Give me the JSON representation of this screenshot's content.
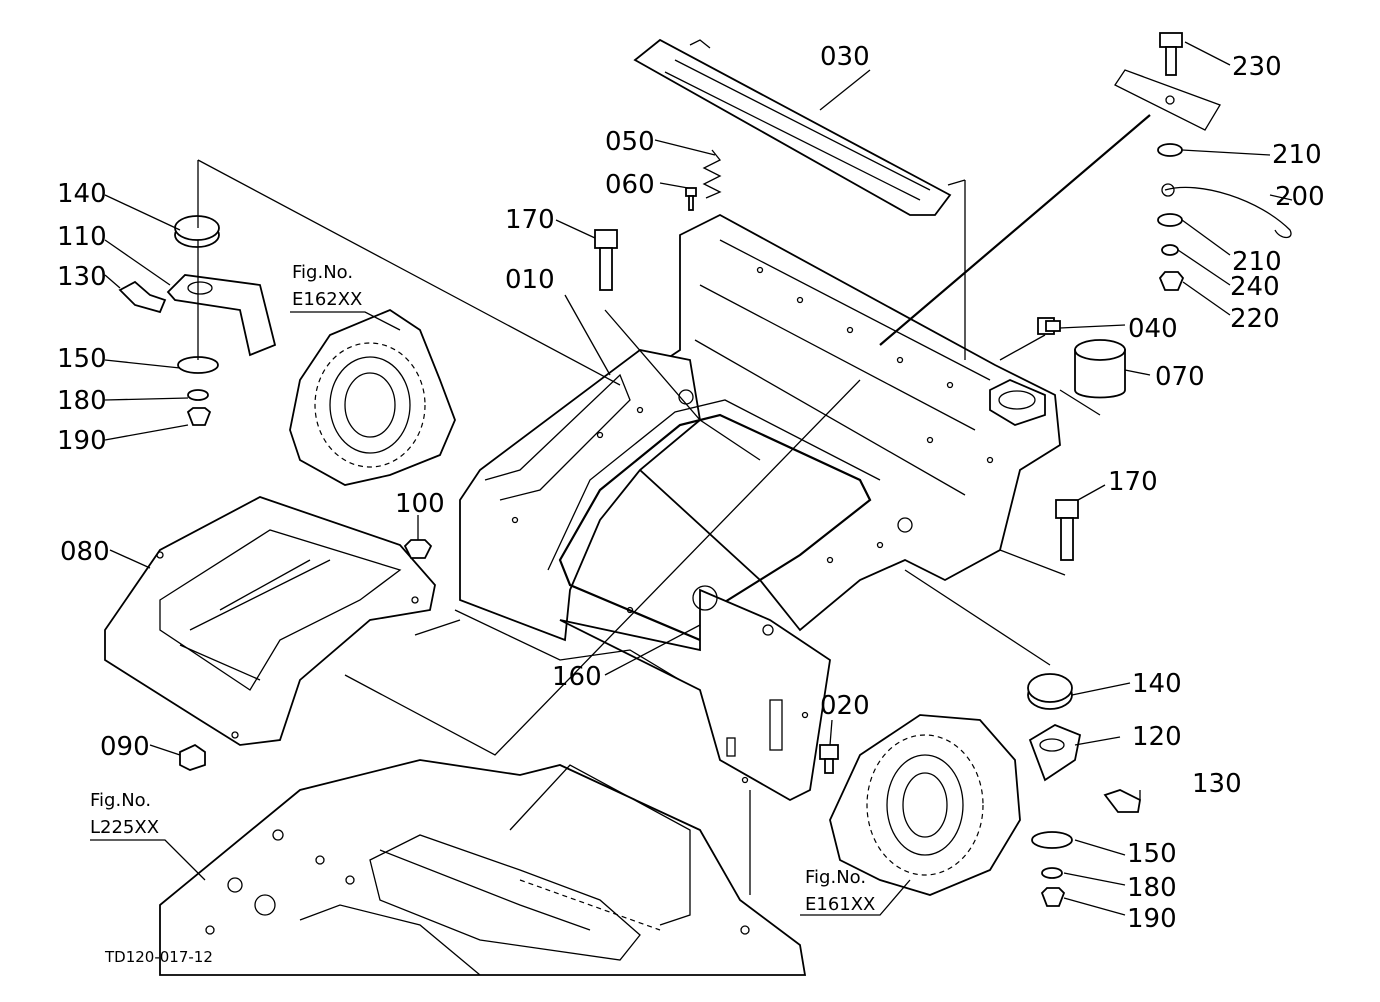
{
  "drawing_id": "TD120-017-12",
  "callouts": {
    "c230": "230",
    "c210a": "210",
    "c200": "200",
    "c210b": "210",
    "c240": "240",
    "c220": "220",
    "c030": "030",
    "c050": "050",
    "c060": "060",
    "c170a": "170",
    "c010": "010",
    "c040": "040",
    "c070": "070",
    "c170b": "170",
    "c140a": "140",
    "c110": "110",
    "c130a": "130",
    "c150a": "150",
    "c180a": "180",
    "c190a": "190",
    "c100": "100",
    "c080": "080",
    "c160": "160",
    "c090": "090",
    "c020": "020",
    "c140b": "140",
    "c120": "120",
    "c130b": "130",
    "c150b": "150",
    "c180b": "180",
    "c190b": "190"
  },
  "figure_refs": {
    "e162": {
      "line1": "Fig.No.",
      "line2": "E162XX"
    },
    "l225": {
      "line1": "Fig.No.",
      "line2": "L225XX"
    },
    "e161": {
      "line1": "Fig.No.",
      "line2": "E161XX"
    }
  },
  "icons": [
    "hex-bolt-icon",
    "washer-icon",
    "nut-icon",
    "spring-icon",
    "rubber-mount-icon",
    "bracket-icon",
    "housing-icon"
  ]
}
